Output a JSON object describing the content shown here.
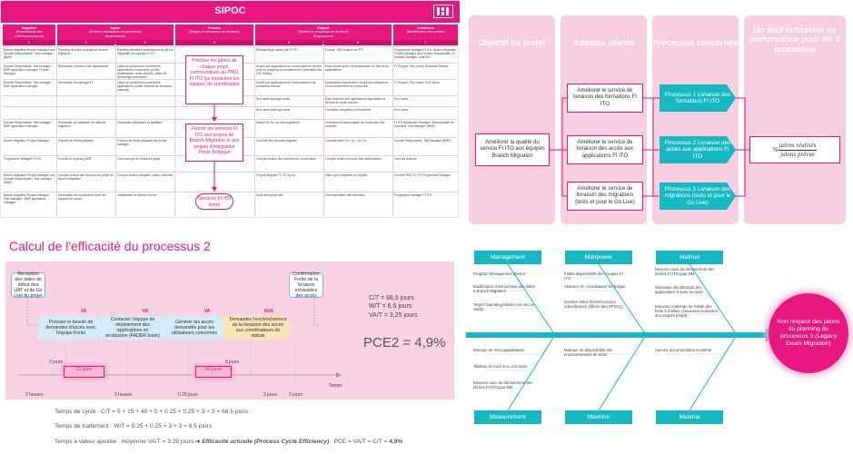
{
  "sipoc": {
    "title": "SIPOC",
    "headers": [
      {
        "label": "Suppliers",
        "sub": "(Fournisseurs des entrées/ressources)"
      },
      {
        "label": "Inputs",
        "sub": "(Entrées nécessaires au processus)",
        "sub2": "Requirements"
      },
      {
        "label": "Process",
        "sub": "(Étapes du processus de livraison)"
      },
      {
        "label": "Outputs",
        "sub": "(Sorties du processus de livraison)",
        "sub2": "Requirements"
      },
      {
        "label": "Customers",
        "sub": "(Bénéficiaires des sorties)"
      }
    ],
    "numbers": [
      "1",
      "2",
      "3",
      "4",
      "5",
      "6",
      "7"
    ],
    "rows": [
      {
        "s": "Branch Migration Project Manager and Domain Responsable / Test manager (BMP)",
        "i": "Planning de mise en projet de Branch Migration",
        "r": "Planning identifiant précisément les jalons impactant les équipes FI ITO",
        "o": "Release/Drop validé par FI ITO",
        "or": "Format : 5W Finance ou PPT",
        "c": "Programme Manager FI ITO, Branch Migration Project Manager and Domain Responsible, FI Domain Manager, Lead BU"
      },
      {
        "s": "Domain Responsible, Test manager / BMP application manager, Project Manager",
        "i": "Demandes d'accès à des applications",
        "r": "Listes de personnes concernées, applications concernées, profils, localisations, droits d'accès, dates de démarrage souhaitées",
        "o": "Accès aux applications en environnement de test pour du mapping conformément à l'animation des UAT testing",
        "or": "Ecart ouvert entre l'environnement de test et les applications",
        "c": "FI Support, Key Users, Business Testers"
      },
      {
        "s": "Domain Responsible, Test manager / BMP application manager",
        "i": "Demandes de trainings FI",
        "r": "Listes de personnes concernées, applications, profils, besoins de formation, planning",
        "o": "Accès aux applications en environnement de production fournis",
        "or": "Applications concernées, Accès aux utilisateurs en environnement de production",
        "c": "FI Support, Key Users, End Users"
      },
      {
        "s": "",
        "i": "",
        "r": "",
        "o": "Key users trainings fonds",
        "or": "Date réservée aux applications disponibles et fichiers de droits d'accès",
        "c": "Key Users"
      },
      {
        "s": "",
        "i": "",
        "r": "",
        "o": "End users trainings fonds",
        "or": "Formation complétée et disponible",
        "c": "End Users"
      },
      {
        "s": "Domain Responsible, Test manager / BMP application manager",
        "i": "Demandes de validation de délai de migration",
        "r": "Demandes prioritaires et justifiées",
        "o": "Statut Go/ No Go des migrations",
        "or": "Changement automatique de l'ensemble des données",
        "c": "FI ITO Application Manager, Responsable de Domaine, Test Manager (BMP)"
      },
      {
        "s": "Branch Migration Project Manager",
        "i": "Fichiers de droits préparés",
        "r": "Fichiers de droits préparés par le test manager",
        "o": "Contrôle des données migrées",
        "or": "Contrôle avec OK / Go / No Go",
        "c": "Domain Responsible, Test Manager (BMP)"
      },
      {
        "s": "Programme Manager FI ITO",
        "i": "Format du reporting BMP",
        "r": "Communiqué en début de projet",
        "o": "Compte-rendus des réunions de coordination",
        "or": "Compte-rendus envoyés aux destinataires",
        "c": "Tous les lecteurs"
      },
      {
        "s": "Branch Migration Project Manager and Domain Responsible / Test manager (BMP)",
        "i": "Compte-rendus des réunions de projet de Branch Migration",
        "r": "Compte-rendus complets, datés, résumés",
        "o": "Project Register FI ITO à jour",
        "or": "Mise à jour régulière du registre",
        "c": "Central PMO, FI ITO Programme Manager"
      },
      {
        "s": "Branch Migration Project Manager, Test manager / BMP application manager",
        "i": "Demandes de coordination avec les équipes en amont",
        "r": "Justification du besoin fournie",
        "o": "Suivi des points clés",
        "or": "Communication des décisions",
        "c": "Programme Manager FI ITO"
      }
    ],
    "bubbles": [
      "Prioriser les jalons de chaque projet communiqués au PMO FI ITO qui impactent les équipes de coordination",
      "Fournir les services FI ITO aux projets de Branch Migration et aux projets d'intégration Ponte Belgique",
      "Services FI ITO livrés"
    ]
  },
  "project": {
    "headers": [
      "Objectif du projet",
      "Attentes clients",
      "Processus concernés",
      "Un seul indicateur de performance pour les 3 processus"
    ],
    "objective": "Améliorer la qualité du service FI ITO aux équipes Branch Migration",
    "expectations": [
      "Améliorer le service de livraison des formations FI ITO",
      "Améliorer le service de livraison des accès aux applications FI ITO",
      "Améliorer le service de livraison des migrations (tests et pour le Go Live)"
    ],
    "processes": [
      "Processus 1 Livraison des formations FI ITO",
      "Processus 2 Livraison des accès aux applications FI ITO",
      "Processus 3 Livraison des migrations (tests et pour le Go Live)"
    ],
    "indicator": {
      "prefix": "% ",
      "numerator": "jalons réalisés",
      "denominator": "jalons prévus"
    }
  },
  "pce": {
    "title": "Calcul de l'efficacité du processus 2",
    "start": "Réception des dates de début des UAT et de Go Live du projet",
    "end": "Confirmation Fonte de la livraison exhaustive des accès",
    "steps": [
      {
        "label": "Préciser le besoin de demandes d'accès avec l'équipe Fonte",
        "tag": "VA"
      },
      {
        "label": "Contacter l'équipe de déploiement des applications en production (FADER team)",
        "tag": "VA"
      },
      {
        "label": "Générer les accès demandés pour les utilisateurs concernés",
        "tag": "VA"
      },
      {
        "label": "Demander l'enclenchement de la livraison des accès aux coordinateurs de statuts",
        "tag": "NVA"
      }
    ],
    "delay1": "15 jours",
    "delay2": "40 jours",
    "timeline": [
      "2 heures",
      "3 heures",
      "8 jours",
      "0.25 jours",
      "3 jours",
      "2 jours",
      "3 jours",
      "Temps"
    ],
    "totals": [
      "C/T = 66,5 jours",
      "W/T = 6,5 jours",
      "VA/T = 3,25 jours"
    ],
    "result": "PCE2 = 4,9%",
    "formulas": [
      "Temps de cycle : C/T = 5 + 15 + 40 + 0 + 0.25 + 0.25 + 3 + 3 = 66.5 jours",
      "Temps de traitement : W/T = 0.25 + 0.25 + 3 + 3 = 6.5 jours"
    ],
    "formula3_pre": "Temps à valeur ajoutée : moyenne VA/T = 3.25 jours",
    "formula3_arrow": "➜",
    "formula3_bold": "Efficacité actuelle (Process Cycle Efficiency)",
    "formula3_post": ": PCE = VA/T = C/T =",
    "formula3_value": "4,9%"
  },
  "fishbone": {
    "categories": [
      "Management",
      "Manpower",
      "Method",
      "Measurement",
      "Machine",
      "Material"
    ],
    "effect": "Non respect des jalons du planning du processus 3 (Legacy Deals Migration)",
    "causes": {
      "management": [
        "Program Management absent",
        "Modification intempestive des dates à Branch Migration",
        "Target Operating Model non encore validé"
      ],
      "manpower": [
        "Faible disponibilité des équipes FI ITO",
        "Absence de coordinateur technique",
        "Nombre élevé d'interlocuteurs (identification difficile des SPOCs)"
      ],
      "method": [
        "Mesures suivi du déroulement des tâches FI ITO pour BM",
        "Mauvaise identification des applications à livrer en suivi",
        "Mauvais challenge de l'utilité des tests à réaliser (mauvaise évaluation des risques projet)"
      ],
      "measurement": [
        "Manque de rétrocapitalisation",
        "Tableau de bord tenu à la main",
        "Mesures suivi du déroulement des tâches FI ITO pour BM"
      ],
      "machine": [
        "Manque de disponibilité des environnements de tests"
      ],
      "material": [
        "Aucune documentation existante"
      ]
    }
  }
}
